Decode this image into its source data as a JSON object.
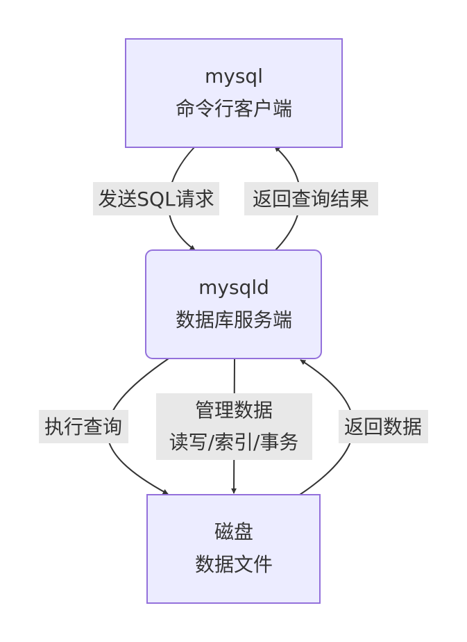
{
  "nodes": {
    "client": {
      "line1": "mysql",
      "line2": "命令行客户端"
    },
    "server": {
      "line1": "mysqld",
      "line2": "数据库服务端"
    },
    "disk": {
      "line1": "磁盘",
      "line2": "数据文件"
    }
  },
  "edges": {
    "send_sql": {
      "label": "发送SQL请求"
    },
    "return_result": {
      "label": "返回查询结果"
    },
    "execute_query": {
      "label": "执行查询"
    },
    "manage_data": {
      "line1": "管理数据",
      "line2": "读写/索引/事务"
    },
    "return_data": {
      "label": "返回数据"
    }
  },
  "colors": {
    "node_fill": "#ECECFF",
    "node_stroke": "#9370DB",
    "edge_stroke": "#333333",
    "label_bg": "#E8E8E8",
    "text": "#333333"
  }
}
